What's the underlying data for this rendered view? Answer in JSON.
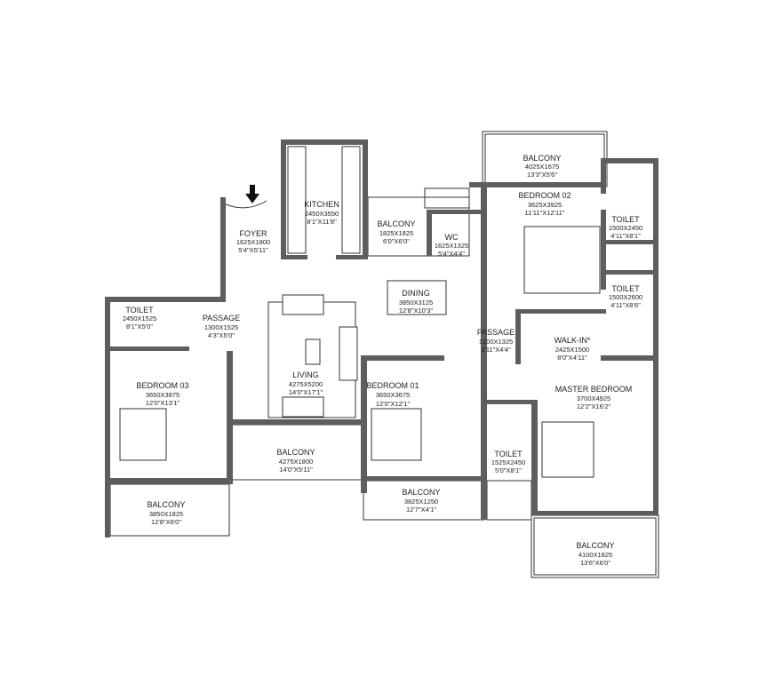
{
  "rooms": [
    {
      "name": "KITCHEN",
      "metric": "2450X3550",
      "imperial": "8'1\"X11'8\""
    },
    {
      "name": "FOYER",
      "metric": "1625X1800",
      "imperial": "5'4\"X5'11\""
    },
    {
      "name": "BALCONY",
      "metric": "1825X1825",
      "imperial": "6'0\"X6'0\""
    },
    {
      "name": "WC",
      "metric": "1625X1325",
      "imperial": "5'4\"X4'4\""
    },
    {
      "name": "BALCONY",
      "metric": "4025X1675",
      "imperial": "13'3\"X5'6\""
    },
    {
      "name": "BEDROOM 02",
      "metric": "3625X3925",
      "imperial": "11'11\"X12'11\""
    },
    {
      "name": "TOILET",
      "metric": "1500X2450",
      "imperial": "4'11\"X8'1\""
    },
    {
      "name": "TOILET",
      "metric": "1500X2600",
      "imperial": "4'11\"X8'6\""
    },
    {
      "name": "TOILET",
      "metric": "2450X1525",
      "imperial": "8'1\"X5'0\""
    },
    {
      "name": "PASSAGE",
      "metric": "1300X1525",
      "imperial": "4'3\"X5'0\""
    },
    {
      "name": "DINING",
      "metric": "3850X3125",
      "imperial": "12'8\"X10'3\""
    },
    {
      "name": "PASSAGE",
      "metric": "1200X1325",
      "imperial": "3'11\"X4'4\""
    },
    {
      "name": "WALK-IN*",
      "metric": "2425X1500",
      "imperial": "8'0\"X4'11\""
    },
    {
      "name": "BEDROOM 03",
      "metric": "3650X3975",
      "imperial": "12'0\"X13'1\""
    },
    {
      "name": "LIVING",
      "metric": "4275X5200",
      "imperial": "14'0\"X17'1\""
    },
    {
      "name": "BEDROOM 01",
      "metric": "3650X3675",
      "imperial": "12'0\"X12'1\""
    },
    {
      "name": "MASTER BEDROOM",
      "metric": "3700X4925",
      "imperial": "12'2\"X16'2\""
    },
    {
      "name": "BALCONY",
      "metric": "4275X1800",
      "imperial": "14'0\"X5'11\""
    },
    {
      "name": "TOILET",
      "metric": "1525X2450",
      "imperial": "5'0\"X8'1\""
    },
    {
      "name": "BALCONY",
      "metric": "3850X1825",
      "imperial": "12'8\"X6'0\""
    },
    {
      "name": "BALCONY",
      "metric": "3825X1250",
      "imperial": "12'7\"X4'1\""
    },
    {
      "name": "BALCONY",
      "metric": "4100X1825",
      "imperial": "13'6\"X6'0\""
    }
  ],
  "entry_marker": "arrow-down-icon",
  "colors": {
    "wall": "#5e5e5e",
    "line": "#333333",
    "background": "#ffffff"
  }
}
